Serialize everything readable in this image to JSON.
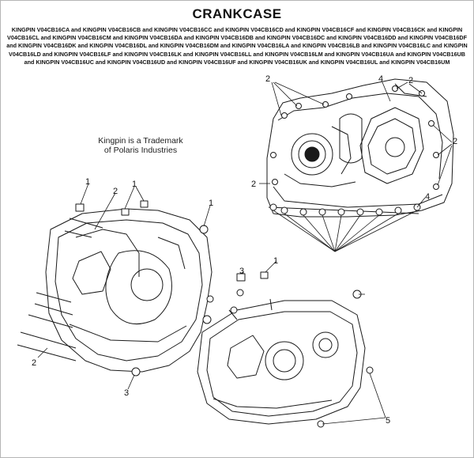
{
  "title": "CRANKCASE",
  "applicability": "KINGPIN V04CB16CA and KINGPIN V04CB16CB and KINGPIN V04CB16CC and KINGPIN V04CB16CD and KINGPIN V04CB16CF and KINGPIN V04CB16CK and KINGPIN V04CB16CL and KINGPIN V04CB16CM and KINGPIN V04CB16DA and KINGPIN V04CB16DB and KINGPIN V04CB16DC and KINGPIN V04CB16DD and KINGPIN V04CB16DF and KINGPIN V04CB16DK and KINGPIN V04CB16DL and KINGPIN V04CB16DM and KINGPIN V04CB16LA and KINGPIN V04CB16LB and KINGPIN V04CB16LC and KINGPIN V04CB16LD and KINGPIN V04CB16LF and KINGPIN V04CB16LK and KINGPIN V04CB16LL and KINGPIN V04CB16LM and KINGPIN V04CB16UA and KINGPIN V04CB16UB and KINGPIN V04CB16UC and KINGPIN V04CB16UD and KINGPIN V04CB16UF and KINGPIN V04CB16UK and KINGPIN V04CB16UL and KINGPIN V04CB16UM",
  "trademark": {
    "line1": "Kingpin is a Trademark",
    "line2": "of Polaris Industries"
  },
  "callouts": {
    "c1a": "1",
    "c1b": "1",
    "c1c": "1",
    "c1d": "1",
    "c2a": "2",
    "c2b": "2",
    "c2c": "2",
    "c2d": "2",
    "c2e": "2",
    "c2f": "2",
    "c3a": "3",
    "c3b": "3",
    "c4a": "4",
    "c4b": "4",
    "c5": "5"
  }
}
